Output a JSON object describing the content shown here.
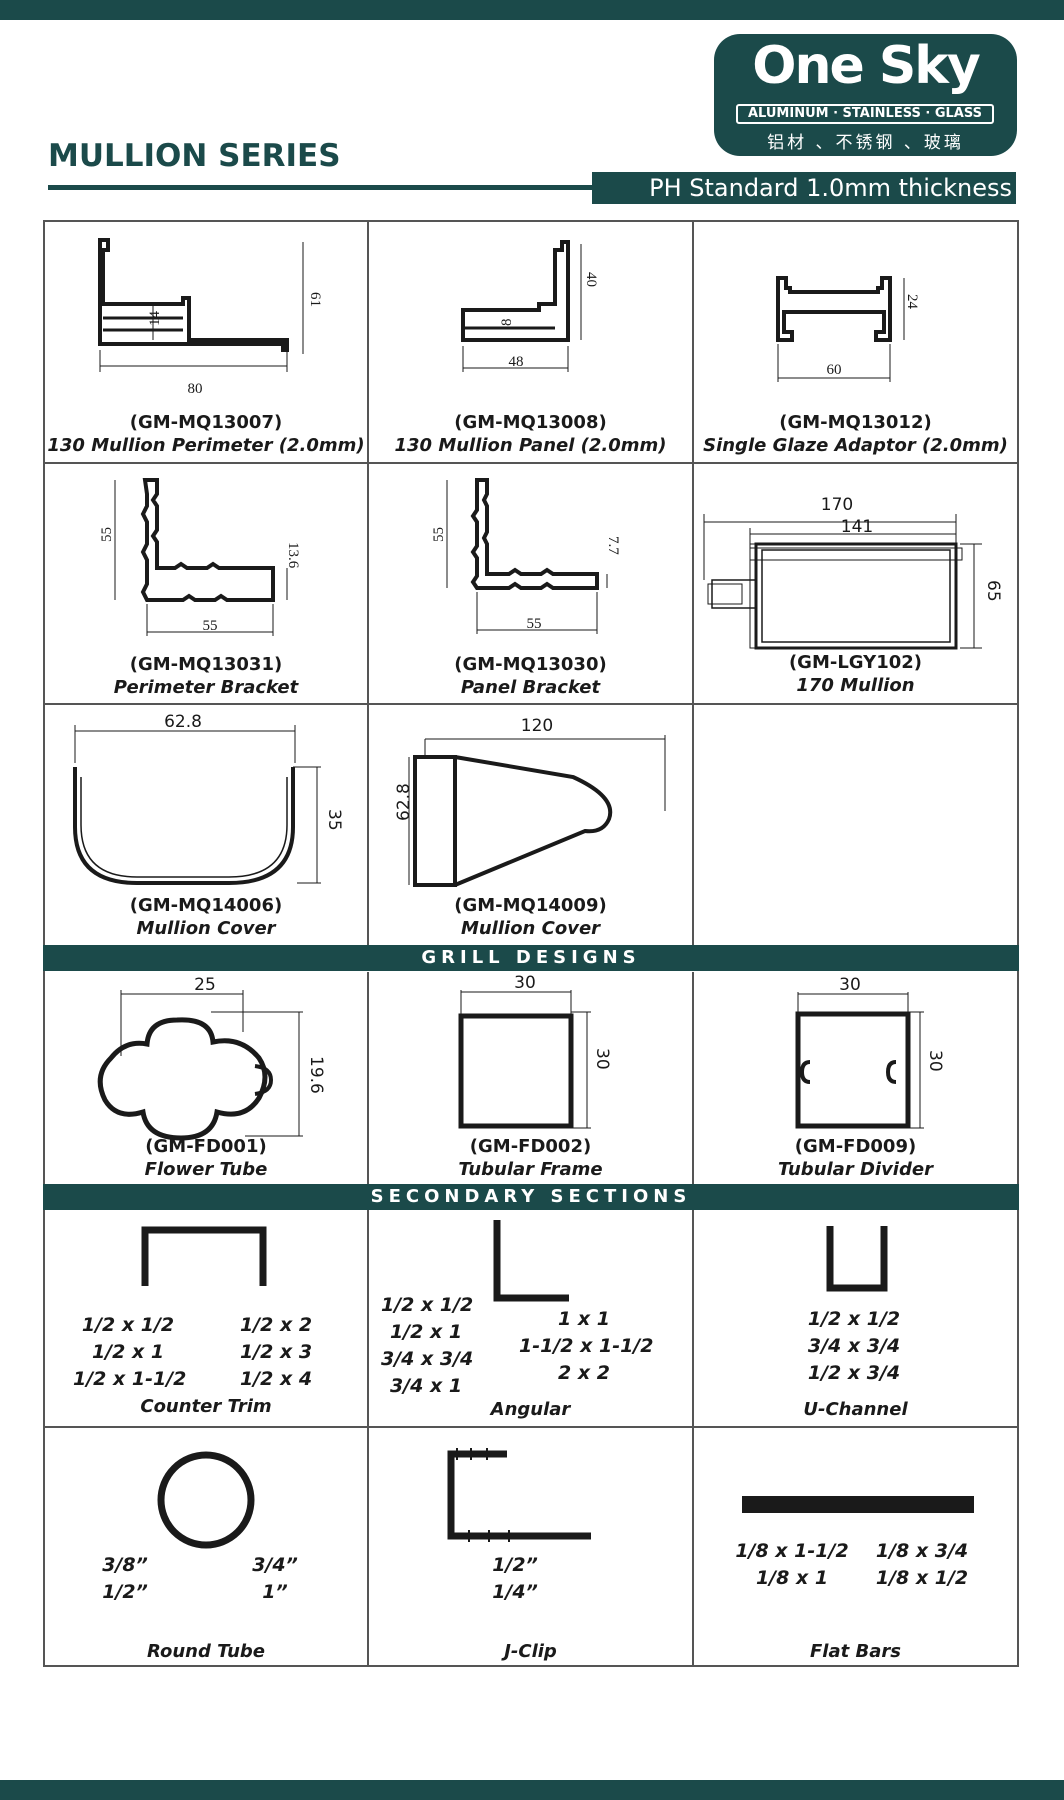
{
  "header": {
    "logo_name": "One Sky",
    "logo_tagline": "ALUMINUM · STAINLESS · GLASS",
    "logo_chinese": "铝材 、不锈钢 、玻璃",
    "series_title": "MULLION SERIES",
    "standard": "PH Standard 1.0mm thickness"
  },
  "colors": {
    "brand": "#1b4a4a",
    "border": "#555555",
    "line": "#1a1a1a"
  },
  "mullion_items": [
    {
      "code": "(GM-MQ13007)",
      "name": "130 Mullion Perimeter (2.0mm)",
      "dims": [
        "80",
        "61",
        "14"
      ]
    },
    {
      "code": "(GM-MQ13008)",
      "name": "130 Mullion Panel (2.0mm)",
      "dims": [
        "48",
        "40",
        "8"
      ]
    },
    {
      "code": "(GM-MQ13012)",
      "name": "Single Glaze Adaptor (2.0mm)",
      "dims": [
        "60",
        "24"
      ]
    },
    {
      "code": "(GM-MQ13031)",
      "name": "Perimeter Bracket",
      "dims": [
        "55",
        "55",
        "13.6"
      ]
    },
    {
      "code": "(GM-MQ13030)",
      "name": "Panel Bracket",
      "dims": [
        "55",
        "55",
        "7.7"
      ]
    },
    {
      "code": "(GM-LGY102)",
      "name": "170 Mullion",
      "dims": [
        "170",
        "141",
        "65"
      ]
    },
    {
      "code": "(GM-MQ14006)",
      "name": "Mullion Cover",
      "dims": [
        "62.8",
        "35"
      ]
    },
    {
      "code": "(GM-MQ14009)",
      "name": "Mullion Cover",
      "dims": [
        "120",
        "62.8"
      ]
    }
  ],
  "grill_title": "GRILL DESIGNS",
  "grill_items": [
    {
      "code": "(GM-FD001)",
      "name": "Flower Tube",
      "dims": [
        "25",
        "19.6"
      ]
    },
    {
      "code": "(GM-FD002)",
      "name": "Tubular Frame",
      "dims": [
        "30",
        "30"
      ]
    },
    {
      "code": "(GM-FD009)",
      "name": "Tubular Divider",
      "dims": [
        "30",
        "30"
      ]
    }
  ],
  "secondary_title": "SECONDARY SECTIONS",
  "secondary_items": [
    {
      "name": "Counter Trim",
      "sizes_left": [
        "1/2 x 1/2",
        "1/2 x 1",
        "1/2 x 1-1/2"
      ],
      "sizes_right": [
        "1/2 x 2",
        "1/2 x 3",
        "1/2 x 4"
      ]
    },
    {
      "name": "Angular",
      "sizes_left": [
        "1/2 x 1/2",
        "1/2 x 1",
        "3/4 x 3/4",
        "3/4 x 1"
      ],
      "sizes_right": [
        "1 x 1",
        "1-1/2 x 1-1/2",
        "2 x 2"
      ]
    },
    {
      "name": "U-Channel",
      "sizes_left": [
        "1/2 x 1/2",
        "3/4 x 3/4",
        "1/2 x 3/4"
      ],
      "sizes_right": []
    },
    {
      "name": "Round Tube",
      "sizes_left": [
        "3/8”",
        "1/2”"
      ],
      "sizes_right": [
        "3/4”",
        "1”"
      ]
    },
    {
      "name": "J-Clip",
      "sizes_left": [
        "1/2”",
        "1/4”"
      ],
      "sizes_right": []
    },
    {
      "name": "Flat Bars",
      "sizes_left": [
        "1/8 x 1-1/2",
        "1/8 x 1"
      ],
      "sizes_right": [
        "1/8 x 3/4",
        "1/8 x 1/2"
      ]
    }
  ]
}
